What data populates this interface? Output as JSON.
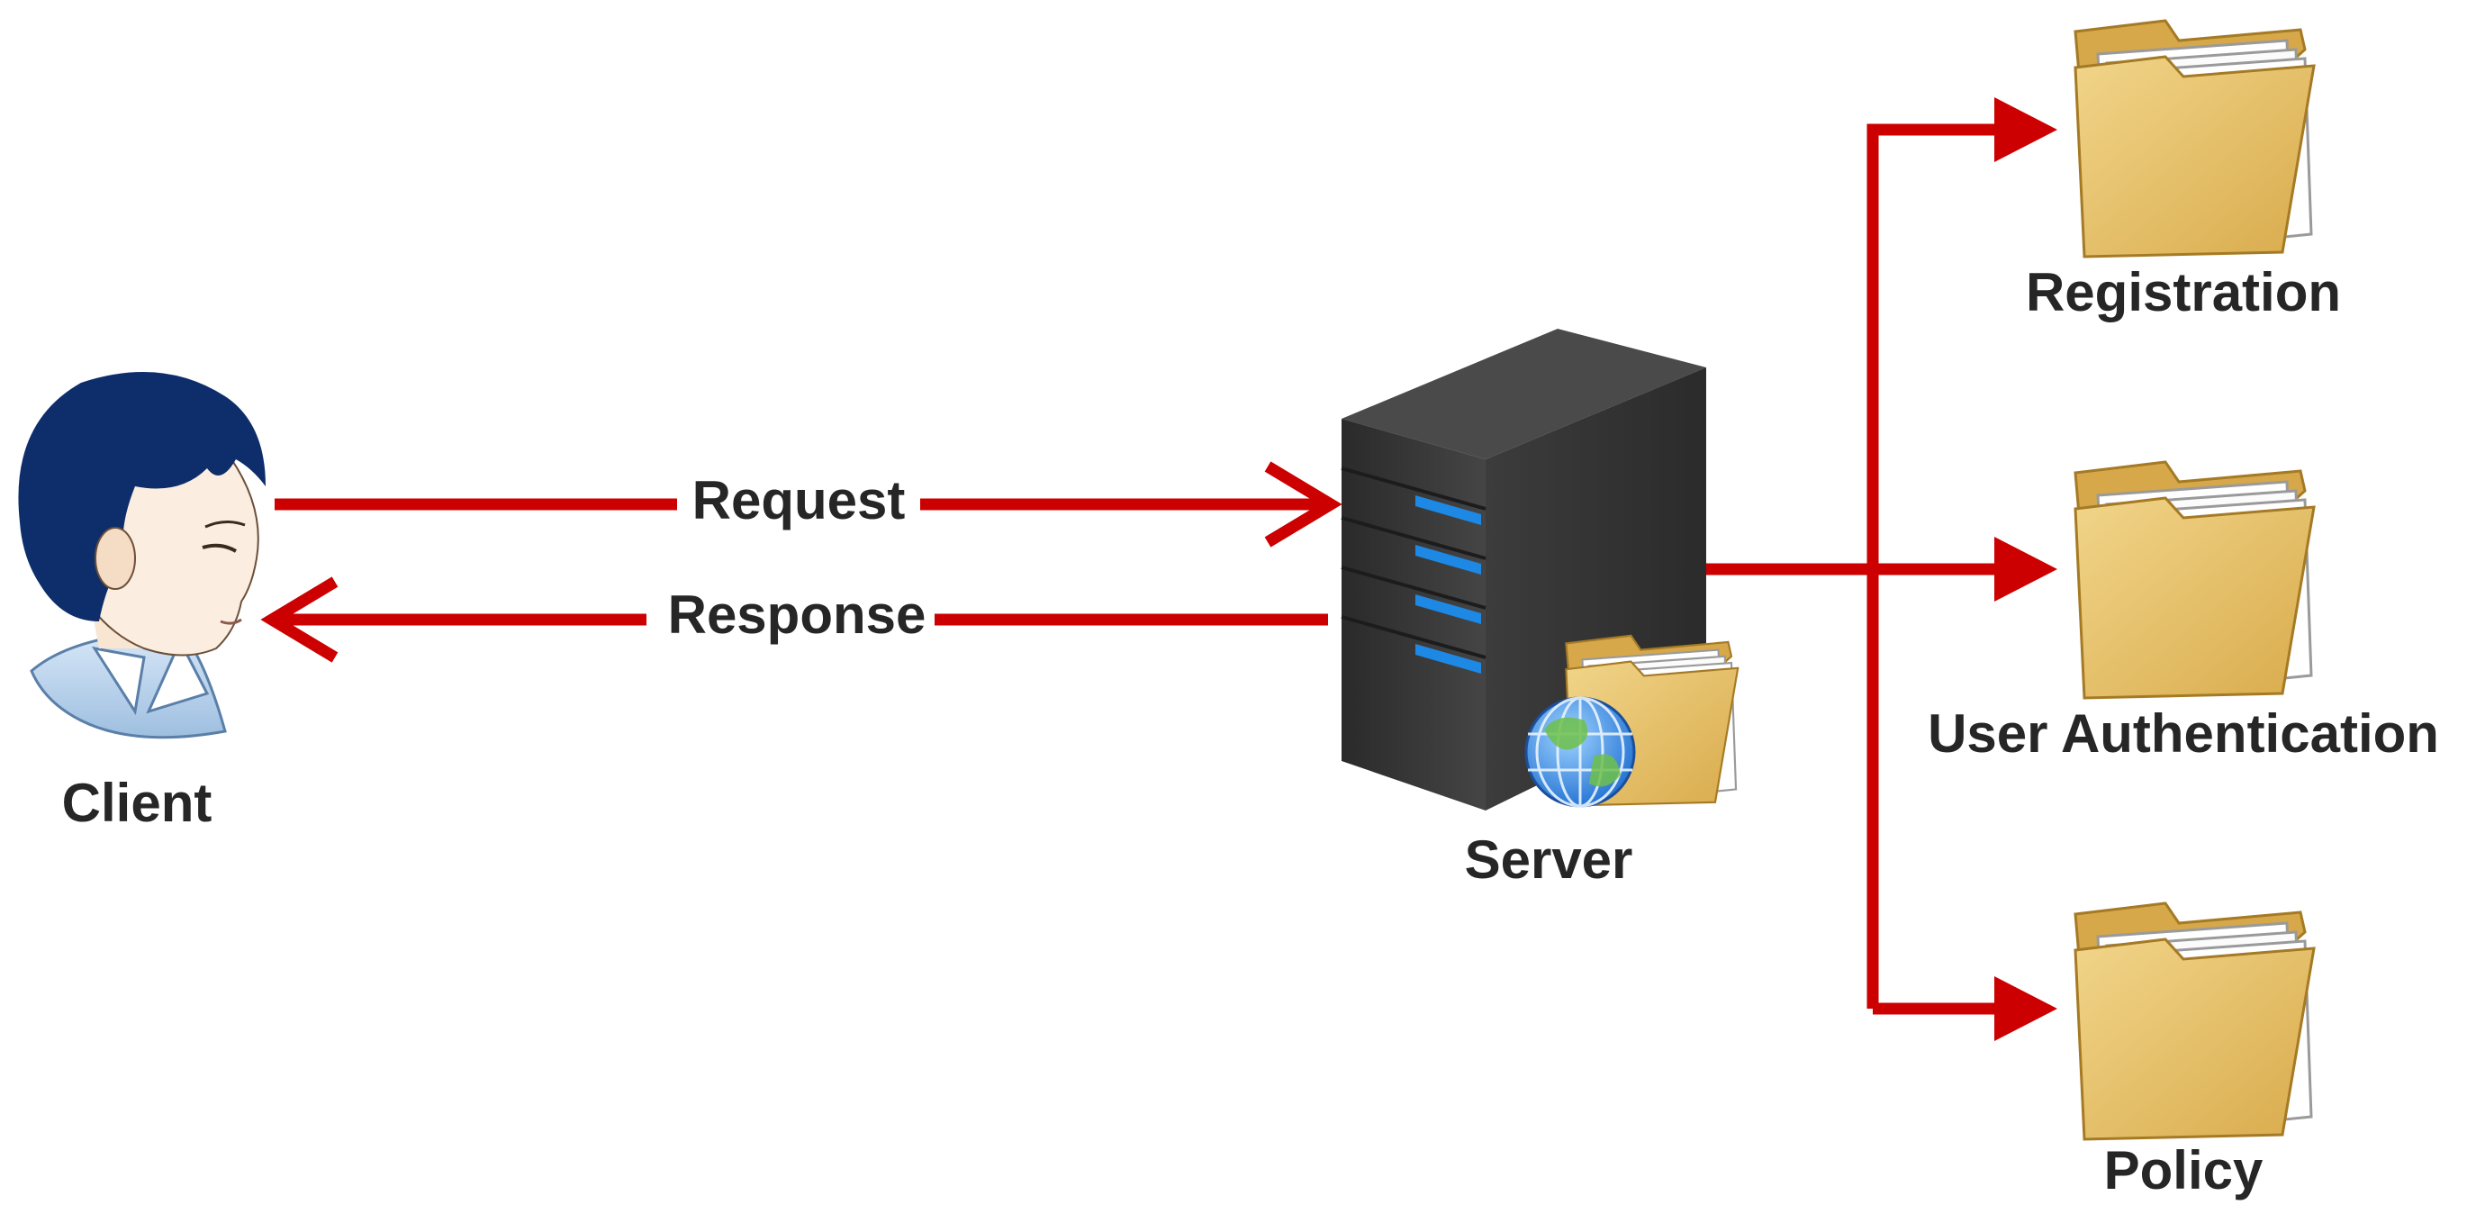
{
  "diagram": {
    "nodes": {
      "client": {
        "label": "Client",
        "icon": "user-avatar-icon"
      },
      "server": {
        "label": "Server",
        "icon": "server-tower-icon"
      },
      "registration": {
        "label": "Registration",
        "icon": "folder-icon"
      },
      "user_authentication": {
        "label": "User Authentication",
        "icon": "folder-icon"
      },
      "policy": {
        "label": "Policy",
        "icon": "folder-icon"
      }
    },
    "edges": {
      "request": {
        "label": "Request",
        "from": "client",
        "to": "server"
      },
      "response": {
        "label": "Response",
        "from": "server",
        "to": "client"
      },
      "to_registration": {
        "from": "server",
        "to": "registration"
      },
      "to_user_authentication": {
        "from": "server",
        "to": "user_authentication"
      },
      "to_policy": {
        "from": "server",
        "to": "policy"
      }
    },
    "colors": {
      "arrow": "#cc0000",
      "server_body": "#3a3a3a",
      "server_led": "#1e88e5",
      "folder": "#e6c067",
      "hair": "#0d2d6b",
      "label_text": "#262626"
    }
  }
}
